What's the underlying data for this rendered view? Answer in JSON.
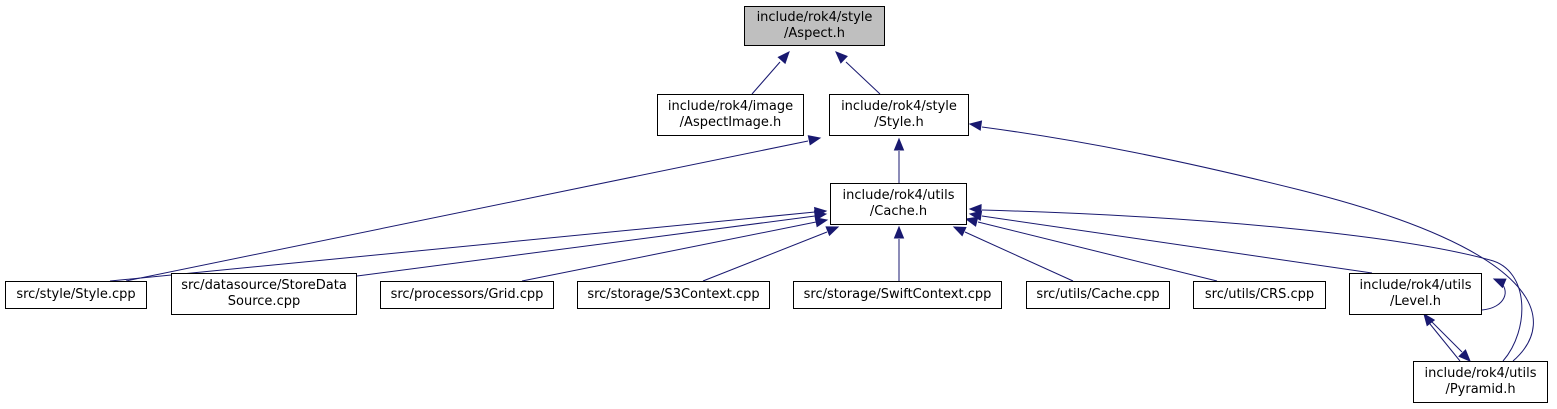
{
  "nodes": {
    "aspect": {
      "lines": [
        "include/rok4/style",
        "/Aspect.h"
      ]
    },
    "aspect_image": {
      "lines": [
        "include/rok4/image",
        "/AspectImage.h"
      ]
    },
    "style_h": {
      "lines": [
        "include/rok4/style",
        "/Style.h"
      ]
    },
    "cache_h": {
      "lines": [
        "include/rok4/utils",
        "/Cache.h"
      ]
    },
    "style_cpp": {
      "lines": [
        "src/style/Style.cpp"
      ]
    },
    "store_data": {
      "lines": [
        "src/datasource/StoreData",
        "Source.cpp"
      ]
    },
    "grid_cpp": {
      "lines": [
        "src/processors/Grid.cpp"
      ]
    },
    "s3_cpp": {
      "lines": [
        "src/storage/S3Context.cpp"
      ]
    },
    "swift_cpp": {
      "lines": [
        "src/storage/SwiftContext.cpp"
      ]
    },
    "cache_cpp": {
      "lines": [
        "src/utils/Cache.cpp"
      ]
    },
    "crs_cpp": {
      "lines": [
        "src/utils/CRS.cpp"
      ]
    },
    "level_h": {
      "lines": [
        "include/rok4/utils",
        "/Level.h"
      ]
    },
    "pyramid_h": {
      "lines": [
        "include/rok4/utils",
        "/Pyramid.h"
      ]
    }
  },
  "colors": {
    "edge": "#191970",
    "root_fill": "#bfbfbf",
    "node_border": "#000000"
  }
}
